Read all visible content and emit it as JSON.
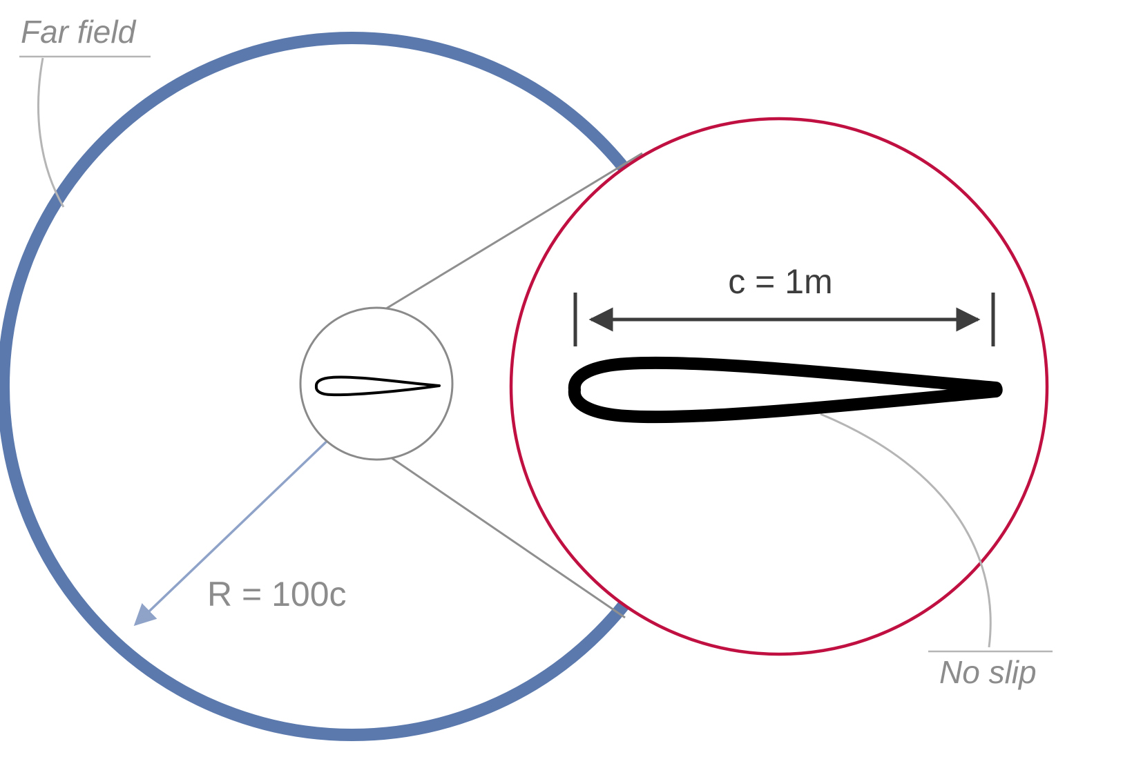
{
  "figure": {
    "labels": {
      "far_field": "Far field",
      "radius": "R = 100c",
      "chord": "c = 1m",
      "no_slip": "No slip"
    },
    "colors": {
      "far_field_circle": "#5b79ad",
      "airfoil_circle": "#c01041",
      "small_circle": "#8a8a8a",
      "zoom_line": "#8f8f8f",
      "leader_line": "#b5b5b5",
      "label_gray": "#8c8c8c",
      "dimension": "#3d3d3d",
      "radius_arrow": "#8fa3c9",
      "airfoil": "#000000"
    }
  }
}
